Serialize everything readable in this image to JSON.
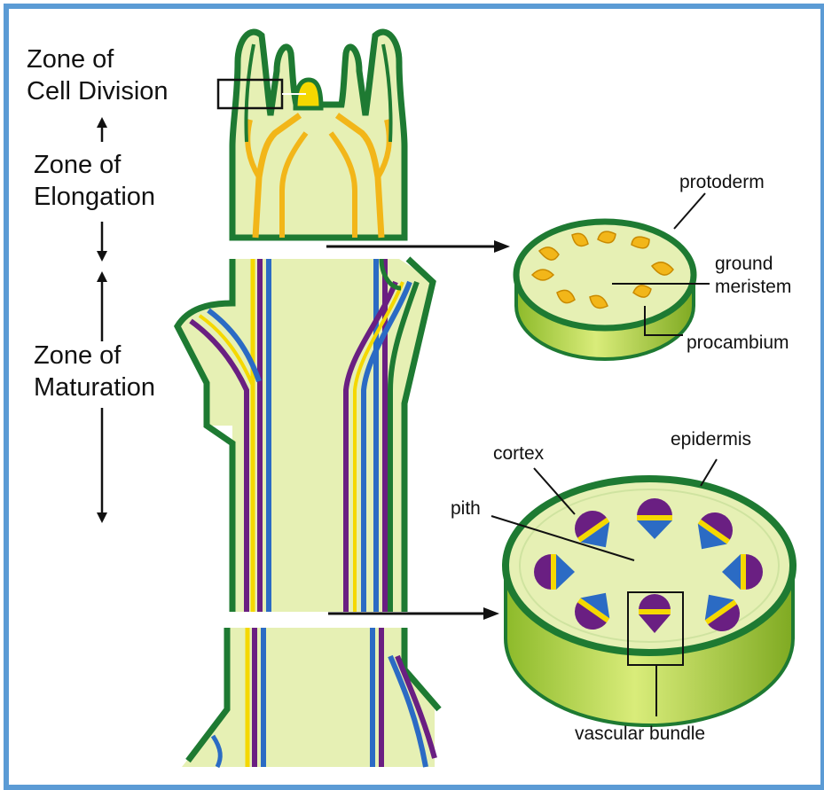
{
  "zones": {
    "division": [
      "Zone of",
      "Cell Division"
    ],
    "elongation": [
      "Zone of",
      "Elongation"
    ],
    "maturation": [
      "Zone of",
      "Maturation"
    ]
  },
  "upper_section": {
    "protoderm": "protoderm",
    "ground_meristem": [
      "ground",
      "meristem"
    ],
    "procambium": "procambium"
  },
  "lower_section": {
    "cortex": "cortex",
    "epidermis": "epidermis",
    "pith": "pith",
    "vascular_bundle": "vascular bundle"
  },
  "colors": {
    "border": "#5b9bd5",
    "tissue_light": "#e6f0b4",
    "epidermis_green": "#1e7a32",
    "procambium_yellow": "#f2b619",
    "xylem_blue": "#2b6bc4",
    "phloem_purple": "#6a1f82",
    "cambium_yellow": "#f5d800",
    "disc_side": "#a9cc3a"
  }
}
